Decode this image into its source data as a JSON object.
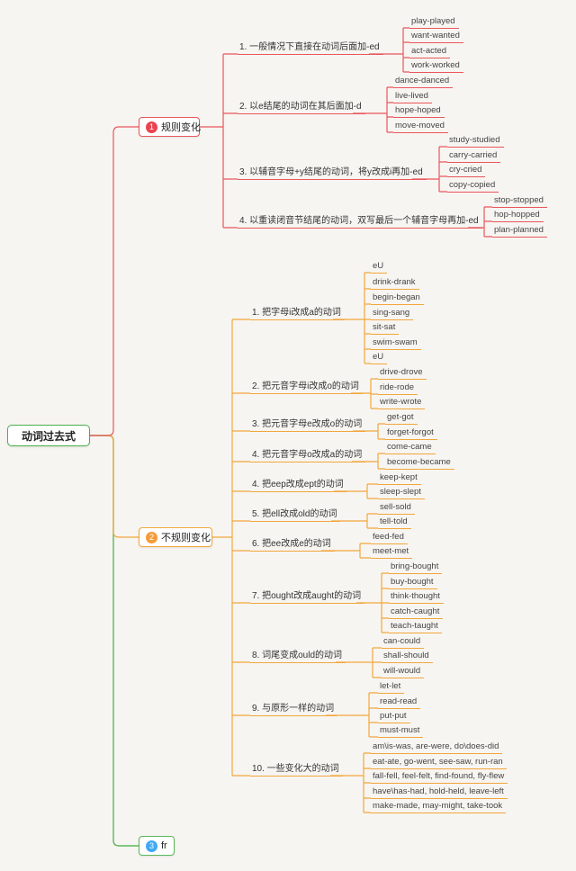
{
  "root": {
    "label": "动词过去式"
  },
  "colors": {
    "branch1": "#e9565c",
    "branch2": "#f2a63c",
    "branch3": "#5cb85c",
    "badge1": "#e9444f",
    "badge2": "#f59b38",
    "badge3": "#3fa9f5",
    "root_border": "#4caf50",
    "background": "#f7f5f1"
  },
  "branches": [
    {
      "num": "1",
      "label": "规则变化",
      "items": [
        {
          "label": "1. 一般情况下直接在动词后面加-ed",
          "leaves": [
            "play-played",
            "want-wanted",
            "act-acted",
            "work-worked"
          ]
        },
        {
          "label": "2. 以e结尾的动词在其后面加-d",
          "leaves": [
            "dance-danced",
            "live-lived",
            "hope-hoped",
            "move-moved"
          ]
        },
        {
          "label": "3. 以辅音字母+y结尾的动词，将y改成i再加-ed",
          "leaves": [
            "study-studied",
            "carry-carried",
            "cry-cried",
            "copy-copied"
          ]
        },
        {
          "label": "4. 以重读闭音节结尾的动词，双写最后一个辅音字母再加-ed",
          "leaves": [
            "stop-stopped",
            "hop-hopped",
            "plan-planned"
          ]
        }
      ]
    },
    {
      "num": "2",
      "label": "不规则变化",
      "items": [
        {
          "label": "1. 把字母i改成a的动词",
          "leaves": [
            "eU",
            "drink-drank",
            "begin-began",
            "sing-sang",
            "sit-sat",
            "swim-swam",
            "eU"
          ]
        },
        {
          "label": "2. 把元音字母i改成o的动词",
          "leaves": [
            "drive-drove",
            "ride-rode",
            "write-wrote"
          ]
        },
        {
          "label": "3. 把元音字母e改成o的动词",
          "leaves": [
            "get-got",
            "forget-forgot"
          ]
        },
        {
          "label": "4. 把元音字母o改成a的动词",
          "leaves": [
            "come-came",
            "become-became"
          ]
        },
        {
          "label": "4. 把eep改成ept的动词",
          "leaves": [
            "keep-kept",
            "sleep-slept"
          ]
        },
        {
          "label": "5. 把ell改成old的动词",
          "leaves": [
            "sell-sold",
            "tell-told"
          ]
        },
        {
          "label": "6. 把ee改成e的动词",
          "leaves": [
            "feed-fed",
            "meet-met"
          ]
        },
        {
          "label": "7. 把ought改成aught的动词",
          "leaves": [
            "bring-bought",
            "buy-bought",
            "think-thought",
            "catch-caught",
            "teach-taught"
          ]
        },
        {
          "label": "8. 词尾变成ould的动词",
          "leaves": [
            "can-could",
            "shall-should",
            "will-would"
          ]
        },
        {
          "label": "9. 与原形一样的动词",
          "leaves": [
            "let-let",
            "read-read",
            "put-put",
            "must-must"
          ]
        },
        {
          "label": "10. 一些变化大的动词",
          "leaves": [
            "am\\is-was, are-were, do\\does-did",
            "eat-ate, go-went, see-saw, run-ran",
            "fall-fell, feel-felt, find-found, fly-flew",
            "have\\has-had, hold-held, leave-left",
            "make-made, may-might, take-took"
          ]
        }
      ]
    },
    {
      "num": "3",
      "label": "fr",
      "items": []
    }
  ]
}
